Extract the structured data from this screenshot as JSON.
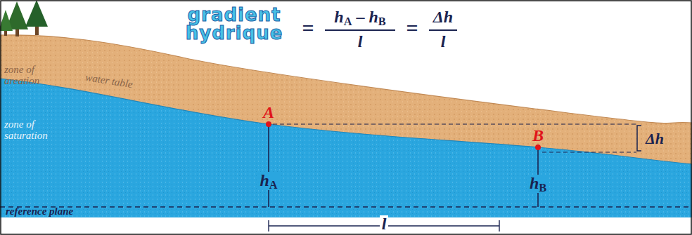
{
  "diagram": {
    "title": "gradient hydrique",
    "labels": [
      "=",
      "hA – hB",
      "l",
      "=",
      "Δh",
      "l",
      "zone of areation",
      "water table",
      "zone of saturation",
      "A",
      "B",
      "hA",
      "hB",
      "Δh",
      "reference plane",
      "l"
    ]
  }
}
